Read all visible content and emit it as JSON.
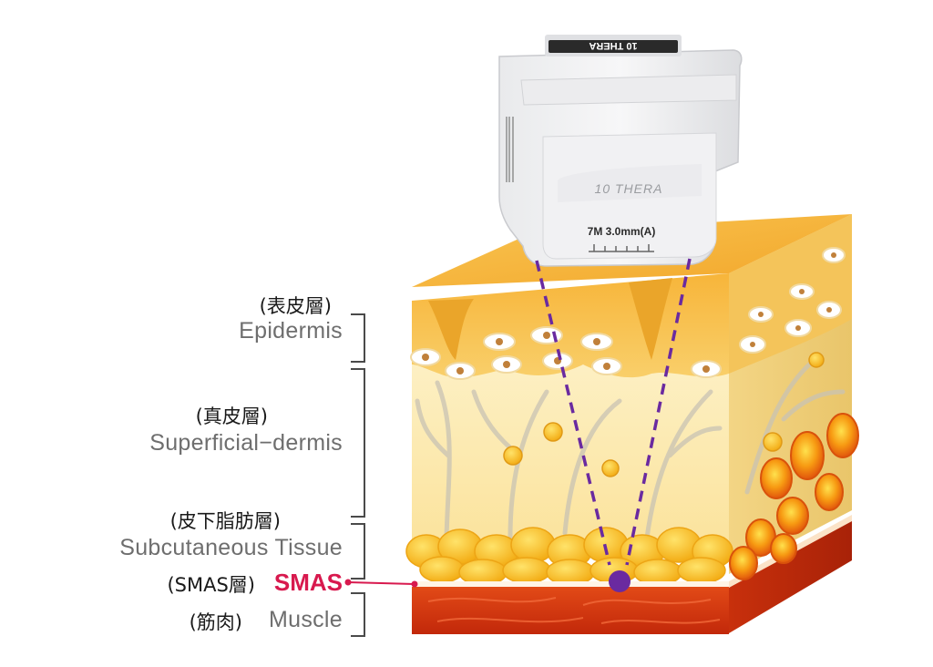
{
  "device": {
    "brand_label": "10 THERA",
    "top_label": "10 THERA",
    "cartridge_spec": "7M 3.0mm(A)"
  },
  "layers": {
    "epidermis": {
      "jp": "(表皮層)",
      "en": "Epidermis"
    },
    "dermis": {
      "jp": "(真皮層)",
      "en": "Superficial−dermis"
    },
    "subcutaneous": {
      "jp": "(皮下脂肪層)",
      "en": "Subcutaneous Tissue"
    },
    "smas": {
      "jp": "(SMAS層)",
      "en": "SMAS"
    },
    "muscle": {
      "jp": "(筋肉)",
      "en": "Muscle"
    }
  },
  "colors": {
    "epidermis": "#f5b73c",
    "dermis": "#fbe7a8",
    "fat": "#f6c02a",
    "muscle": "#d8380f",
    "focus_point": "#6a2aa0",
    "beam": "#6a2aa0",
    "smas_label": "#d8194e"
  }
}
